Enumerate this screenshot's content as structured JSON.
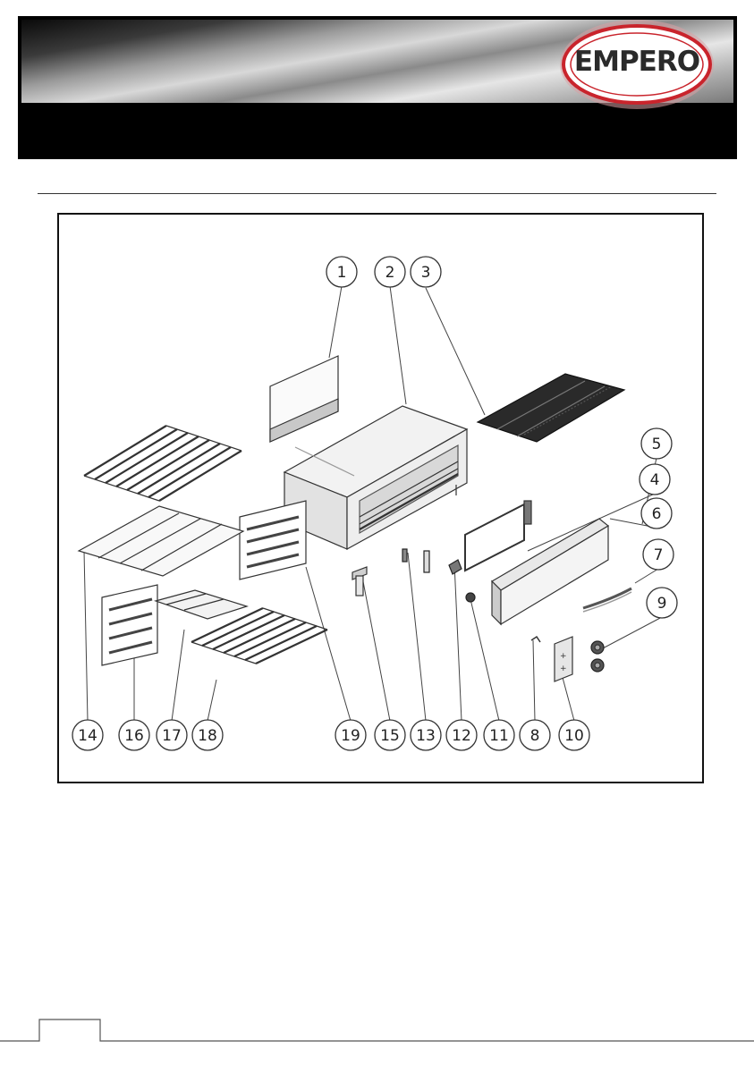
{
  "brand": {
    "logo_text": "EMPERO",
    "accent": "#c9242c"
  },
  "diagram": {
    "callouts": [
      "1",
      "2",
      "3",
      "4",
      "5",
      "6",
      "7",
      "8",
      "9",
      "10",
      "11",
      "12",
      "13",
      "14",
      "15",
      "16",
      "17",
      "18",
      "19"
    ]
  }
}
